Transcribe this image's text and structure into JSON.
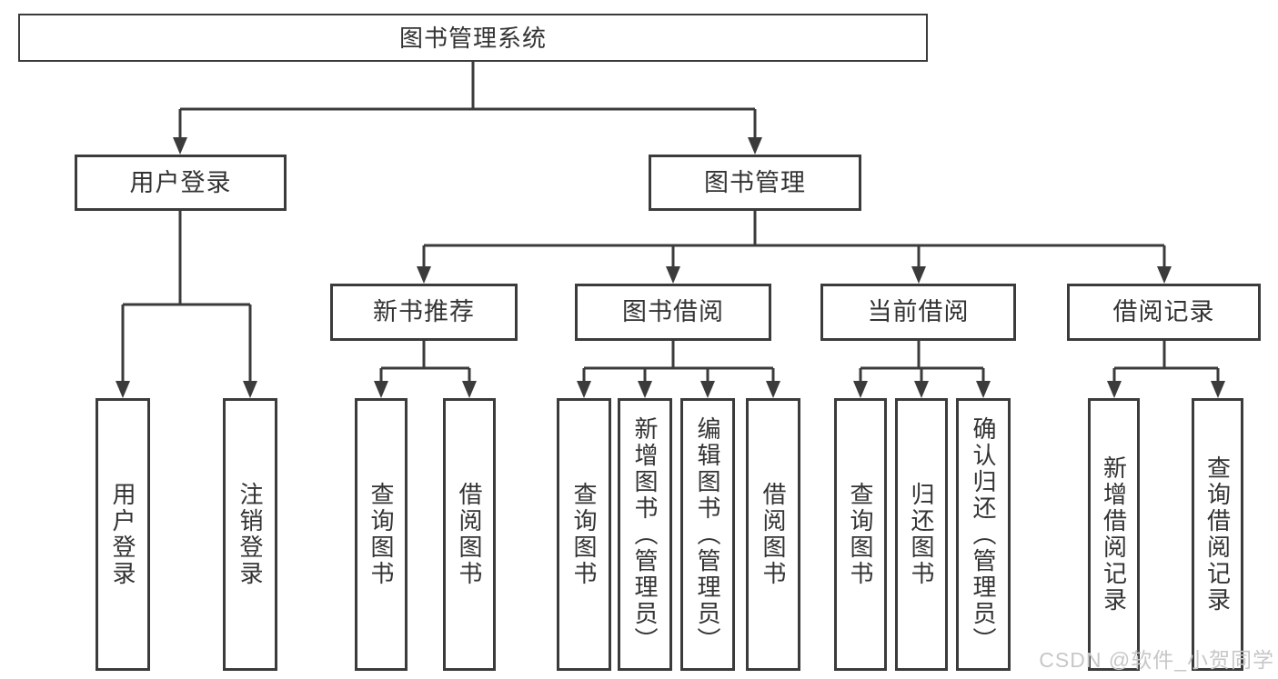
{
  "nodes": {
    "root": "图书管理系统",
    "user_login": "用户登录",
    "book_management": "图书管理",
    "new_book_recommend": "新书推荐",
    "book_borrow": "图书借阅",
    "current_borrow": "当前借阅",
    "borrow_records": "借阅记录",
    "leaf_user_login": "用户登录",
    "leaf_logout": "注销登录",
    "leaf_nbr_query_book": "查询图书",
    "leaf_nbr_borrow_book": "借阅图书",
    "leaf_bb_query_book": "查询图书",
    "leaf_bb_add_book": "新增图书（管理员）",
    "leaf_bb_edit_book": "编辑图书（管理员）",
    "leaf_bb_borrow_book": "借阅图书",
    "leaf_cb_query_book": "查询图书",
    "leaf_cb_return_book": "归还图书",
    "leaf_cb_confirm_return": "确认归还（管理员）",
    "leaf_br_add_record": "新增借阅记录",
    "leaf_br_query_record": "查询借阅记录"
  },
  "watermark": "CSDN @软件_小贺同学",
  "colors": {
    "line": "#3b3b3b",
    "text": "#333333",
    "background": "#ffffff",
    "watermark": "#c7c7c7"
  }
}
